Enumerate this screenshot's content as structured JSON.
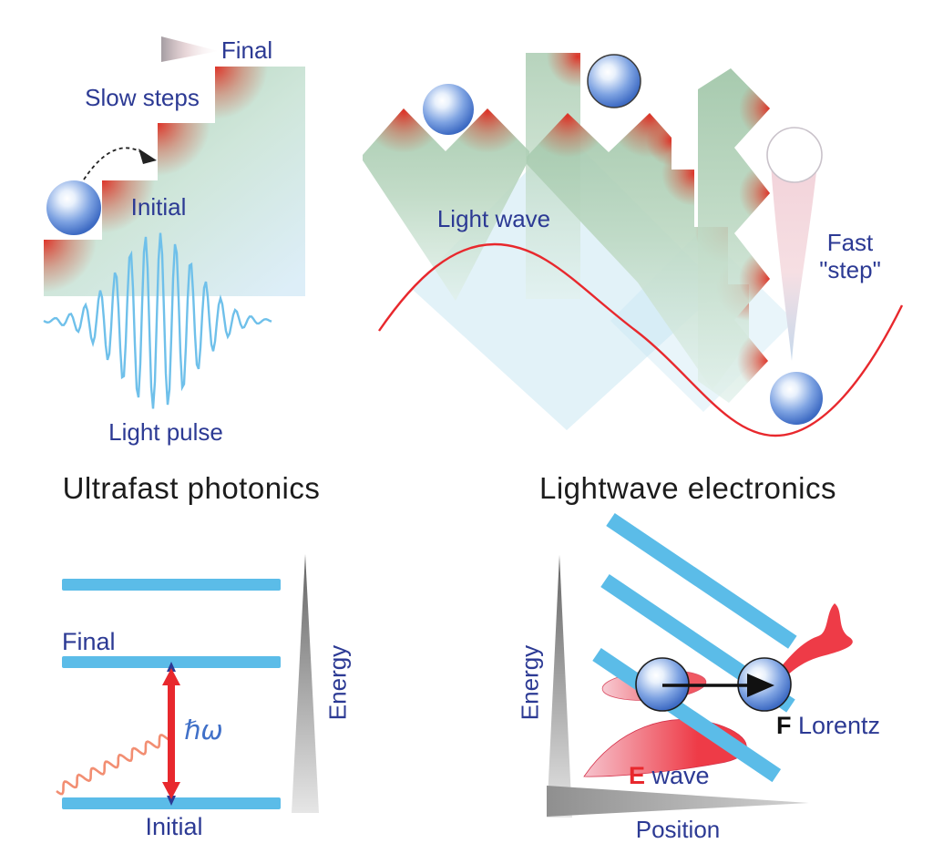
{
  "figure": {
    "top_left": {
      "final": "Final",
      "slow_steps": "Slow steps",
      "initial": "Initial",
      "light_pulse": "Light pulse"
    },
    "top_right": {
      "light_wave": "Light wave",
      "fast": "Fast",
      "step": "\"step\""
    },
    "headings": {
      "left": "Ultrafast photonics",
      "right": "Lightwave electronics"
    },
    "bottom_left": {
      "final": "Final",
      "initial": "Initial",
      "photon_energy": "ℏω",
      "energy_axis": "Energy"
    },
    "bottom_right": {
      "force_symbol": "F",
      "force_name": " Lorentz",
      "field_symbol": "E",
      "field_name": " wave",
      "energy_axis": "Energy",
      "position_axis": "Position"
    }
  },
  "palette": {
    "navy_label": "#2c3a94",
    "heading_black": "#1c1c1c",
    "red": "#e8282d",
    "ewave_red": "#ee3b47",
    "light_blue_bar": "#5bbce8",
    "pulse_blue": "#6fc0ea",
    "photon_orange": "#f28e72",
    "hbar_blue": "#4070c8",
    "sphere_blue": "#3161b8",
    "mountain_green": "#a5c9ad",
    "pale_wave_blue": "#c6e5f2",
    "axis_gray": "#8a8a8a"
  }
}
